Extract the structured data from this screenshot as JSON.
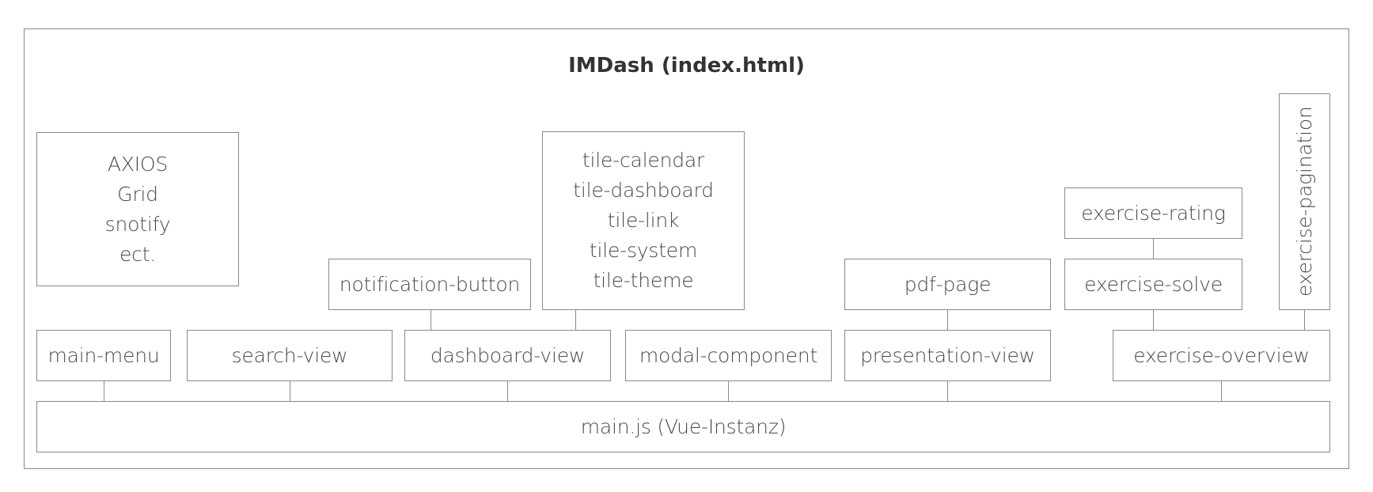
{
  "title": "IMDash (index.html)",
  "libraries": [
    "AXIOS",
    "Grid",
    "snotify",
    "ect."
  ],
  "root": "main.js (Vue-Instanz)",
  "components": {
    "main_menu": "main-menu",
    "search_view": "search-view",
    "dashboard_view": "dashboard-view",
    "modal_component": "modal-component",
    "presentation_view": "presentation-view",
    "exercise_overview": "exercise-overview",
    "notification_button": "notification-button",
    "pdf_page": "pdf-page",
    "exercise_solve": "exercise-solve",
    "exercise_rating": "exercise-rating",
    "exercise_pagination": "exercise-pagination"
  },
  "tiles": [
    "tile-calendar",
    "tile-dashboard",
    "tile-link",
    "tile-system",
    "tile-theme"
  ]
}
